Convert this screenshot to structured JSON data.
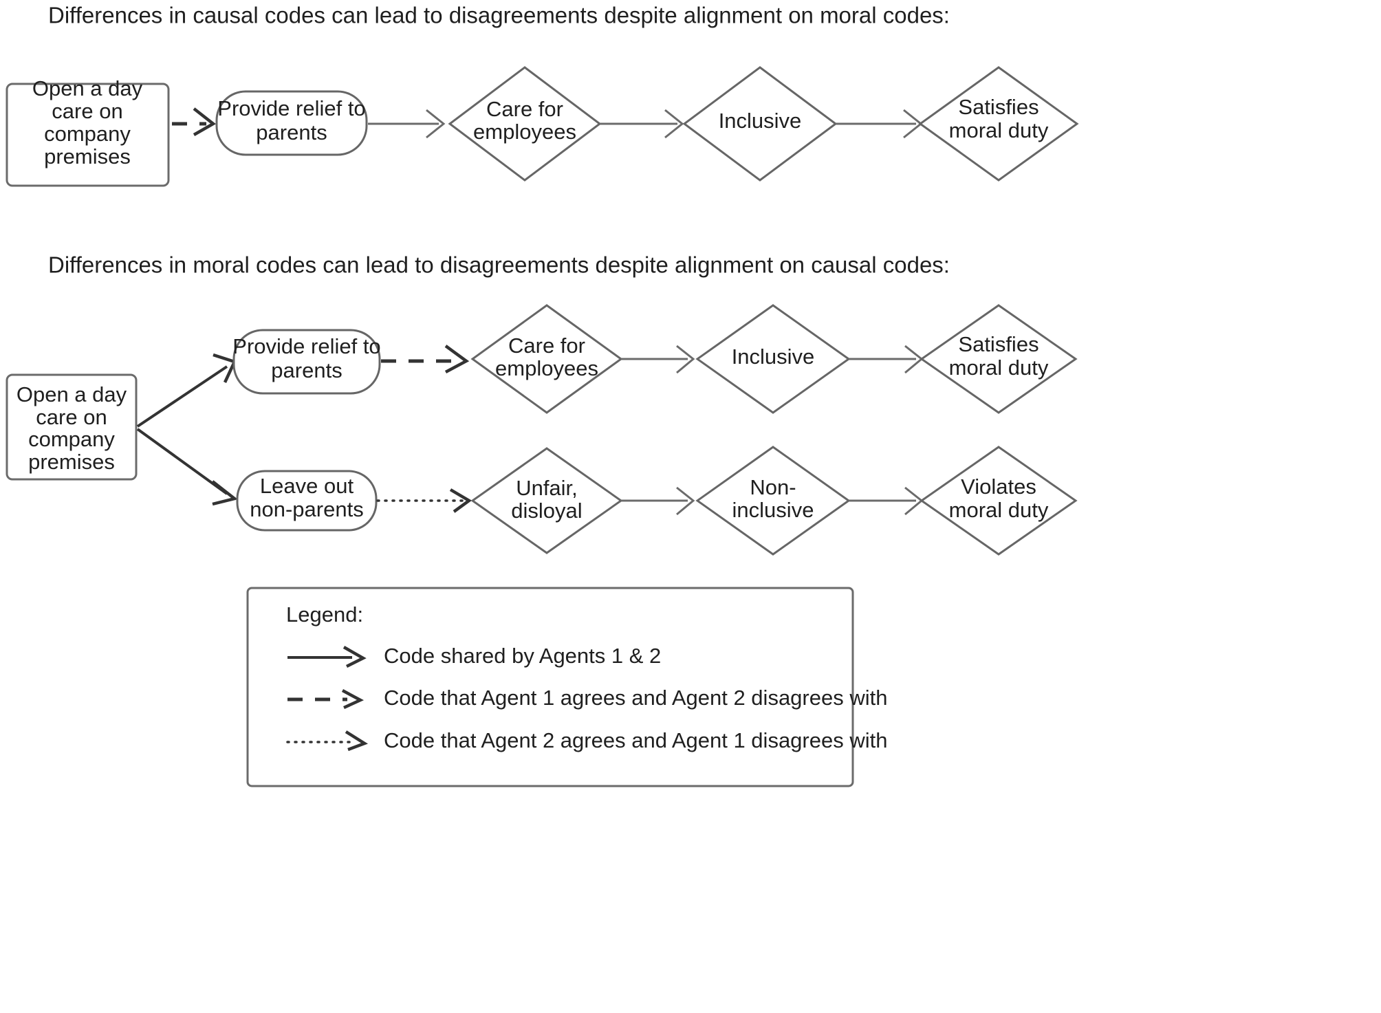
{
  "sections": [
    {
      "id": "causal-section",
      "title": "Differences in causal codes can lead to disagreements despite alignment on moral codes:",
      "nodes": {
        "action": "Open a day\ncare on\ncompany\npremises",
        "consequence": "Provide relief to\nparents",
        "interpretation": "Care for\nemployees",
        "valuation": "Inclusive",
        "verdict": "Satisfies\nmoral duty"
      },
      "edge_types": [
        "dashed",
        "solid",
        "solid",
        "solid"
      ]
    },
    {
      "id": "moral-section",
      "title": "Differences in moral codes can lead to disagreements despite alignment on causal codes:",
      "nodes": {
        "action": "Open a day\ncare on\ncompany\npremises",
        "upper_consequence": "Provide relief to\nparents",
        "upper_interpretation": "Care for\nemployees",
        "upper_valuation": "Inclusive",
        "upper_verdict": "Satisfies\nmoral duty",
        "lower_consequence": "Leave out\nnon-parents",
        "lower_interpretation": "Unfair,\ndisloyal",
        "lower_valuation": "Non-\ninclusive",
        "lower_verdict": "Violates\nmoral duty"
      },
      "edge_types_upper": [
        "solid",
        "dashed",
        "solid",
        "solid"
      ],
      "edge_types_lower": [
        "solid",
        "dotted",
        "solid",
        "solid"
      ]
    }
  ],
  "node_text": {
    "action_line1": "Open a day",
    "action_line2": "care on",
    "action_line3": "company",
    "action_line4": "premises",
    "provide_relief_line1": "Provide relief to",
    "provide_relief_line2": "parents",
    "care_for_line1": "Care for",
    "care_for_line2": "employees",
    "inclusive": "Inclusive",
    "satisfies_line1": "Satisfies",
    "satisfies_line2": "moral duty",
    "leave_out_line1": "Leave out",
    "leave_out_line2": "non-parents",
    "unfair_line1": "Unfair,",
    "unfair_line2": "disloyal",
    "non_inclusive_line1": "Non-",
    "non_inclusive_line2": "inclusive",
    "violates_line1": "Violates",
    "violates_line2": "moral duty"
  },
  "legend": {
    "title": "Legend:",
    "items": [
      {
        "style": "solid",
        "label": "Code shared by Agents 1 & 2"
      },
      {
        "style": "dashed",
        "label": "Code that Agent 1 agrees and Agent 2 disagrees with"
      },
      {
        "style": "dotted",
        "label": "Code that Agent 2 agrees and Agent 1 disagrees with"
      }
    ]
  },
  "colors": {
    "stroke_light": "#6b6b6b",
    "stroke_dark": "#333333",
    "text": "#1f1f1f",
    "background": "#ffffff"
  }
}
